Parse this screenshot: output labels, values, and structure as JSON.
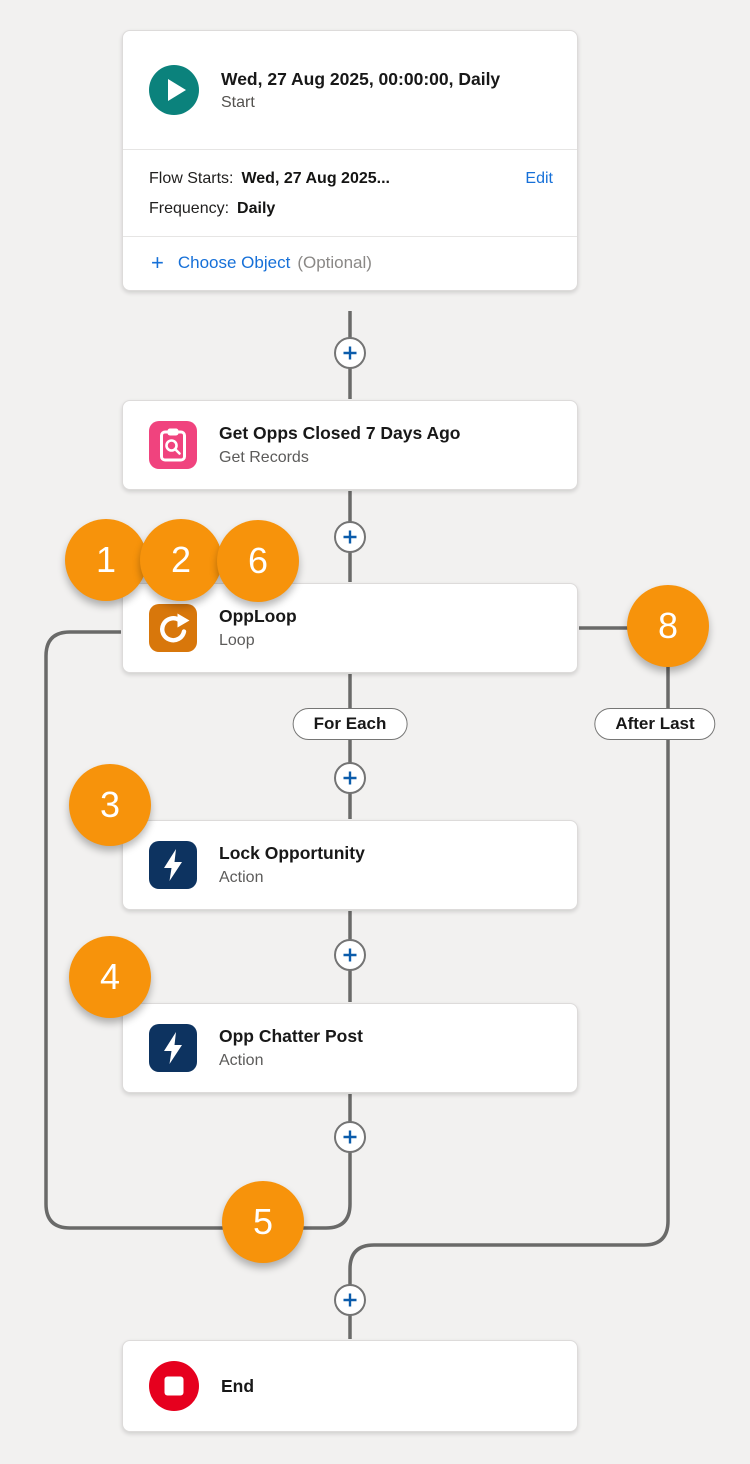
{
  "flow": {
    "start": {
      "title": "Wed, 27 Aug 2025, 00:00:00, Daily",
      "subtitle": "Start",
      "flow_starts_label": "Flow Starts:",
      "flow_starts_value": "Wed, 27 Aug 2025...",
      "edit_label": "Edit",
      "frequency_label": "Frequency:",
      "frequency_value": "Daily",
      "choose_object_plus": "+",
      "choose_object_label": "Choose Object",
      "choose_object_optional": "(Optional)",
      "icon": "play-icon"
    },
    "get_records": {
      "title": "Get Opps Closed 7 Days Ago",
      "subtitle": "Get Records",
      "icon": "record-lookup-icon"
    },
    "loop": {
      "title": "OppLoop",
      "subtitle": "Loop",
      "icon": "loop-icon"
    },
    "action_lock": {
      "title": "Lock Opportunity",
      "subtitle": "Action",
      "icon": "lightning-icon"
    },
    "action_chatter": {
      "title": "Opp Chatter Post",
      "subtitle": "Action",
      "icon": "lightning-icon"
    },
    "end": {
      "title": "End",
      "icon": "stop-icon"
    }
  },
  "branch_labels": {
    "for_each": "For Each",
    "after_last": "After Last"
  },
  "annotations": {
    "a1": "1",
    "a2": "2",
    "a3": "3",
    "a4": "4",
    "a5": "5",
    "a6": "6",
    "a8": "8"
  },
  "colors": {
    "background": "#f2f1f0",
    "connector_line": "#6a6a69",
    "start_teal": "#0b827c",
    "data_pink": "#f0437e",
    "loop_orange": "#d8770b",
    "action_navy": "#0d3360",
    "end_red": "#e6001e",
    "badge_orange": "#f7930b",
    "link_blue": "#1670d8",
    "plus_blue": "#0b5cab"
  }
}
